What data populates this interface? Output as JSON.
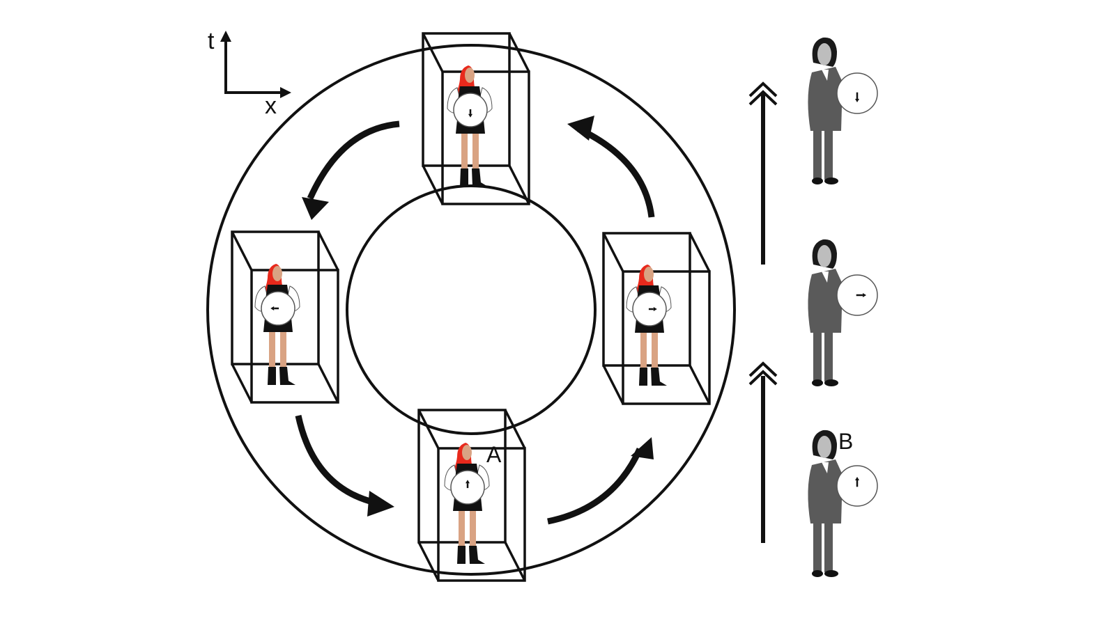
{
  "axes": {
    "vertical_label": "t",
    "horizontal_label": "x"
  },
  "labels": {
    "traveler": "A",
    "stationary": "B"
  },
  "colors": {
    "line": "#111111",
    "hair": "#e8291c",
    "skin": "#d9a383",
    "suit_dark": "#5a5a5a",
    "suit_light": "#bdbdbd",
    "hair_dark": "#1a1a1a"
  },
  "ring_travelers": [
    {
      "position": "top",
      "clock_hand": "down"
    },
    {
      "position": "left",
      "clock_hand": "left"
    },
    {
      "position": "bottom",
      "clock_hand": "up",
      "label": "A"
    },
    {
      "position": "right",
      "clock_hand": "right"
    }
  ],
  "flow_arrows": [
    {
      "segment": "top-to-left",
      "direction": "counterclockwise"
    },
    {
      "segment": "left-to-bottom",
      "direction": "counterclockwise"
    },
    {
      "segment": "bottom-to-right",
      "direction": "counterclockwise"
    },
    {
      "segment": "right-to-top",
      "direction": "counterclockwise"
    }
  ],
  "stationary_observers": [
    {
      "position": "top",
      "clock_hand": "down"
    },
    {
      "position": "middle",
      "clock_hand": "right"
    },
    {
      "position": "bottom",
      "clock_hand": "up",
      "label": "B"
    }
  ],
  "time_arrows": [
    {
      "position": "upper",
      "head": "double-chevron"
    },
    {
      "position": "lower",
      "head": "double-chevron"
    }
  ]
}
